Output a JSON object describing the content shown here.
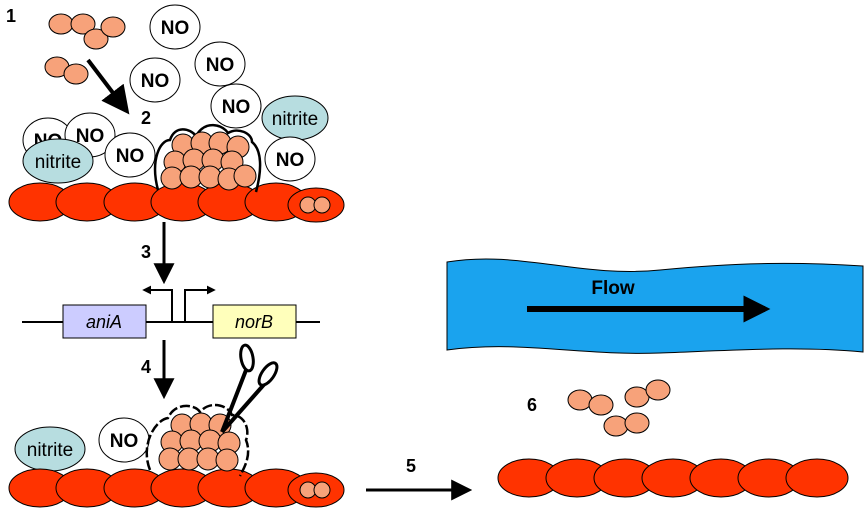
{
  "steps": {
    "s1": "1",
    "s2": "2",
    "s3": "3",
    "s4": "4",
    "s5": "5",
    "s6": "6"
  },
  "molecules": {
    "no": "NO",
    "nitrite": "nitrite"
  },
  "genes": {
    "left": "aniA",
    "right": "norB"
  },
  "flow": {
    "label": "Flow"
  },
  "colors": {
    "host_cell": "#ff3300",
    "bacterium": "#f7a27a",
    "nitrite_fill": "#b7dde0",
    "flow_fill": "#1aa3ee",
    "aniA_box": "#ccccff",
    "norB_box": "#ffffbb"
  }
}
